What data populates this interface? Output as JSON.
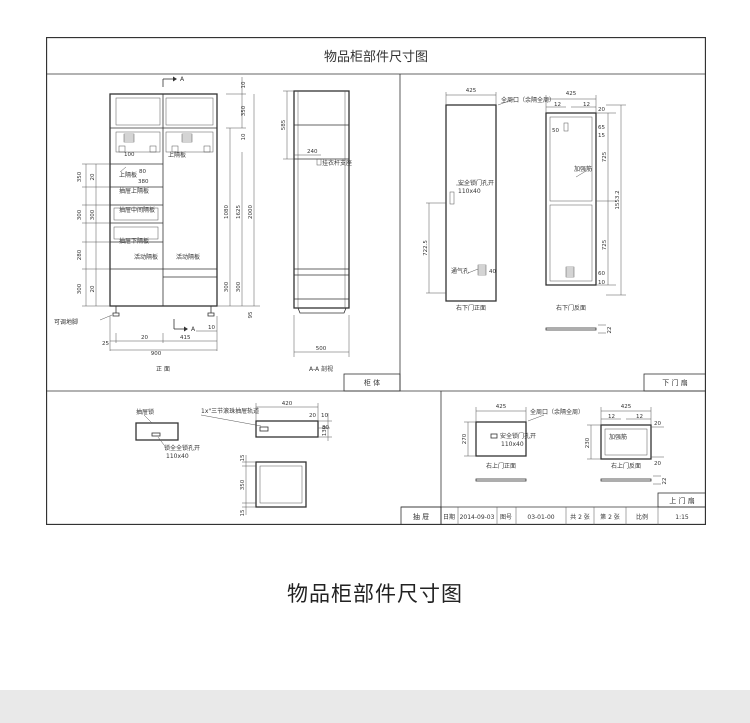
{
  "drawing": {
    "title": "物品柜部件尺寸图",
    "section_labels": {
      "cabinet": "柜    体",
      "lower_door": "下 门 扇",
      "upper_door": "上 门 扇",
      "drawer": "抽    屉"
    },
    "cabinet": {
      "front_view": "正    面",
      "section_view": "A-A 剖视",
      "section_marker": "A",
      "labels": {
        "upper_panel": "上隔板",
        "drawer_upper": "抽屉上隔板",
        "drawer_mid": "抽屉中间隔板",
        "drawer_lower": "抽屉下隔板",
        "activity_left": "活动隔板",
        "activity_right": "活动隔板",
        "adjust_foot": "可调地脚",
        "hanger": "挂衣杆支座"
      },
      "dims": {
        "top_a": "10",
        "top_b": "350",
        "top_c": "10",
        "left_1": "350",
        "left_2": "20",
        "left_3": "300",
        "left_4": "300",
        "left_5": "280",
        "left_6": "300",
        "left_7": "20",
        "right_1": "1080",
        "right_2": "1625",
        "right_3": "2000",
        "right_4": "300",
        "right_5": "300",
        "right_6": "95",
        "small_a": "100",
        "small_b": "80",
        "small_c": "380",
        "bottom_a": "25",
        "bottom_b": "415",
        "bottom_c": "900",
        "bottom_d": "20",
        "bottom_e": "10",
        "section_top": "585",
        "section_mid": "240",
        "section_bottom": "500"
      }
    },
    "lower_door": {
      "front_label": "右下门正面",
      "back_label": "右下门反面",
      "lock_note": "全周口（余隔全周）",
      "lock_hole": "安全锁门孔开",
      "lock_size": "110x40",
      "vent_label": "通气孔",
      "stiffener": "加强筋",
      "dims": {
        "width_front": "425",
        "width_back": "425",
        "height_front": "722.5",
        "height_back": "1553.2",
        "seg_a": "725",
        "seg_b": "725",
        "small_a": "12",
        "small_b": "12",
        "small_c": "20",
        "small_d": "50",
        "small_e": "65",
        "small_f": "15",
        "small_g": "10",
        "small_h": "40",
        "small_i": "60",
        "small_j": "22"
      }
    },
    "drawer": {
      "handle_label": "抽屉锁",
      "lock_label": "锁全全锁孔开",
      "lock_size": "110x40",
      "front_note": "1x\"三节滚珠抽屉轨道",
      "dims": {
        "width": "420",
        "right_a": "20",
        "right_b": "10",
        "right_c": "30",
        "right_d": "130",
        "lower_a": "15",
        "lower_b": "350",
        "lower_c": "15"
      }
    },
    "upper_door": {
      "front_label": "右上门正面",
      "back_label": "右上门反面",
      "lock_note": "全周口（余隔全周）",
      "lock_hole": "安全锁门孔开",
      "lock_size": "110x40",
      "stiffener": "加强筋",
      "dims": {
        "width_front": "425",
        "width_back": "425",
        "height_front": "270",
        "height_back": "230",
        "small_a": "12",
        "small_b": "12",
        "small_c": "20",
        "small_d": "20",
        "small_e": "22"
      }
    },
    "title_block": {
      "date_label": "日期",
      "date_value": "2014-09-03",
      "code_label": "图号",
      "code_value": "03-01-00",
      "total_label": "共 2 张",
      "sheet_label": "第 2 张",
      "scale_label": "比例",
      "scale_value": "1:15"
    }
  },
  "caption": "物品柜部件尺寸图"
}
